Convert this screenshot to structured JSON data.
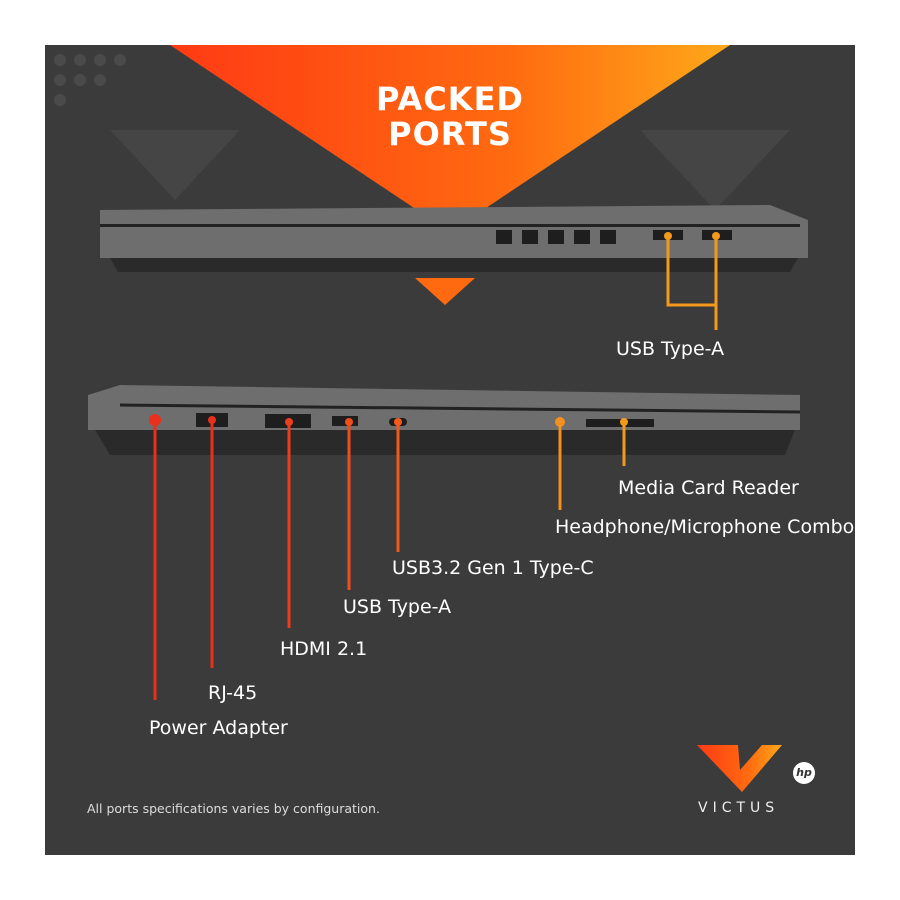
{
  "headline": {
    "line1": "PACKED",
    "line2": "PORTS"
  },
  "ports_right": [
    {
      "label": "USB Type-A"
    }
  ],
  "ports_left": [
    {
      "label": "Media Card Reader"
    },
    {
      "label": "Headphone/Microphone Combo"
    },
    {
      "label": "USB3.2 Gen 1 Type-C"
    },
    {
      "label": "USB Type-A"
    },
    {
      "label": "HDMI 2.1"
    },
    {
      "label": "RJ-45"
    },
    {
      "label": "Power Adapter"
    }
  ],
  "footnote": "All ports specifications varies by configuration.",
  "brand": {
    "name": "VICTUS",
    "maker": "hp"
  },
  "colors": {
    "background": "#3b3b3b",
    "red": "#e8301c",
    "orange": "#f39a1e"
  }
}
